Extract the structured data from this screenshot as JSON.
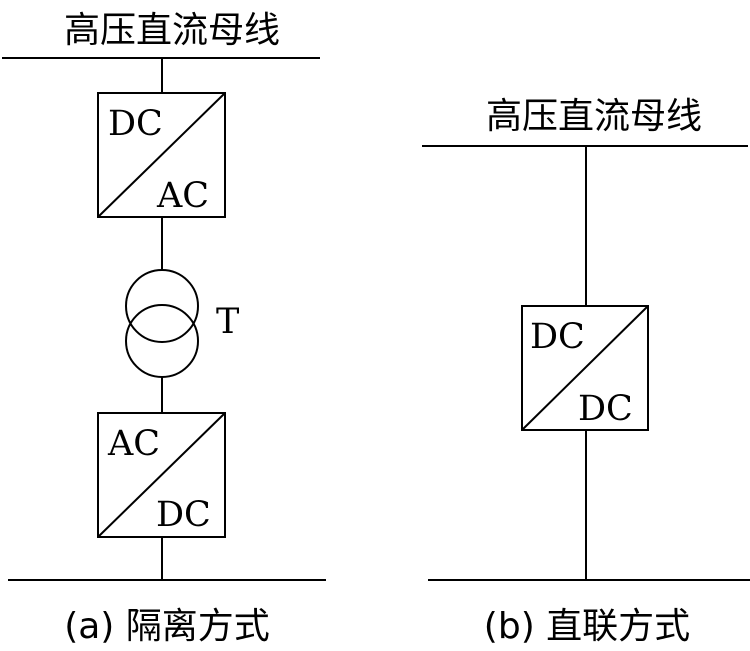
{
  "diagram_a": {
    "bus_top_label": "高压直流母线",
    "converter_top": {
      "top": "DC",
      "bottom": "AC"
    },
    "transformer_label": "T",
    "converter_bottom": {
      "top": "AC",
      "bottom": "DC"
    },
    "caption": "(a)  隔离方式"
  },
  "diagram_b": {
    "bus_top_label": "高压直流母线",
    "converter": {
      "top": "DC",
      "bottom": "DC"
    },
    "caption": "(b)  直联方式"
  }
}
